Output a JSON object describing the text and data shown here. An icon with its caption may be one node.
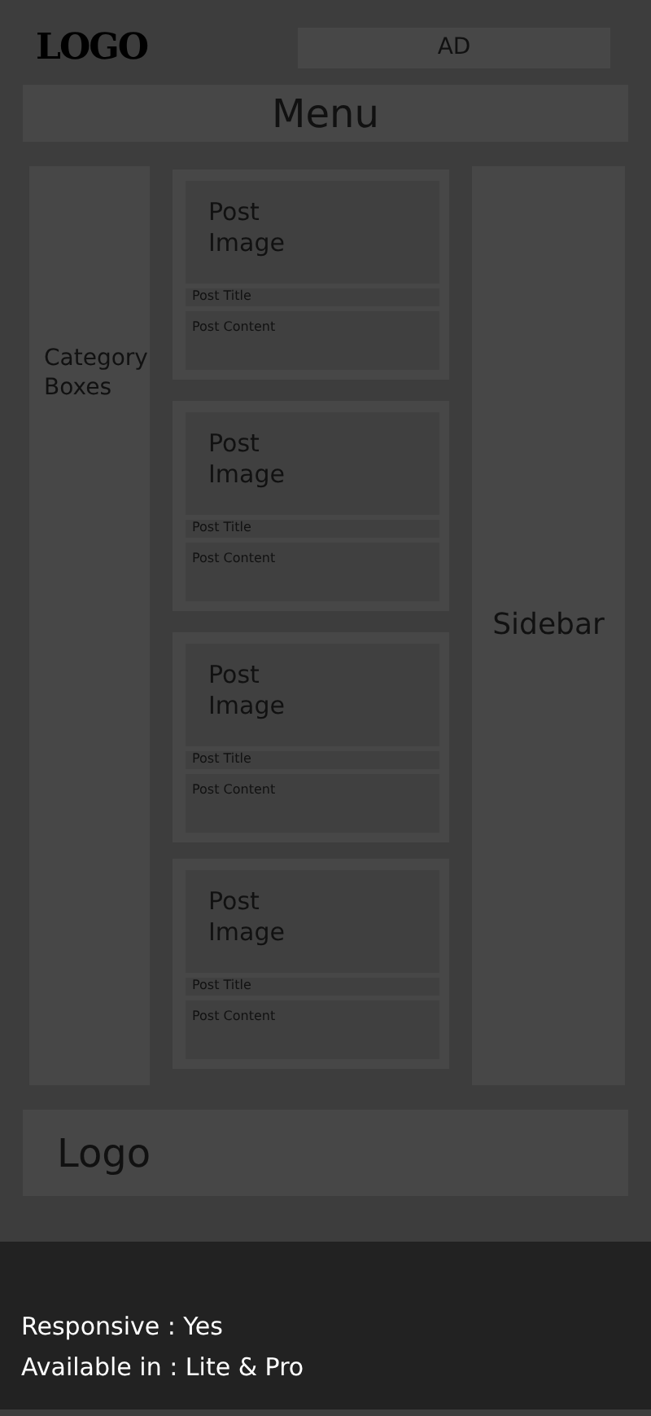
{
  "diagram": {
    "nodes": [
      {
        "text": [
          "AD"
        ]
      },
      {
        "text": [
          "Menu"
        ]
      },
      {
        "text": [
          "Category Boxes"
        ]
      },
      {
        "text": [],
        "shape": "box"
      },
      {
        "text": [
          "Post Image"
        ],
        "in": 3
      },
      {
        "text": [
          "Post Title"
        ],
        "in": 3
      },
      {
        "text": [
          "Post Content"
        ],
        "in": 3
      },
      {
        "text": [],
        "shape": "box"
      },
      {
        "text": [
          "Post Image"
        ],
        "in": 7
      },
      {
        "text": [
          "Post Title"
        ],
        "in": 7
      },
      {
        "text": [
          "Post Content"
        ],
        "in": 7
      },
      {
        "text": [],
        "shape": "box"
      },
      {
        "text": [
          "Post Image"
        ],
        "in": 11
      },
      {
        "text": [
          "Post Title"
        ],
        "in": 11
      },
      {
        "text": [
          "Post Content"
        ],
        "in": 11
      },
      {
        "text": [],
        "shape": "box"
      },
      {
        "text": [
          "Post Image"
        ],
        "in": 15
      },
      {
        "text": [
          "Post Title"
        ],
        "in": 15
      },
      {
        "text": [
          "Post Content"
        ],
        "in": 15
      },
      {
        "text": [
          "Sidebar"
        ]
      },
      {
        "text": [
          "Logo"
        ]
      }
    ],
    "labels": [
      "LOGO",
      "Responsive : Yes",
      "Available in : Lite & Pro"
    ]
  }
}
